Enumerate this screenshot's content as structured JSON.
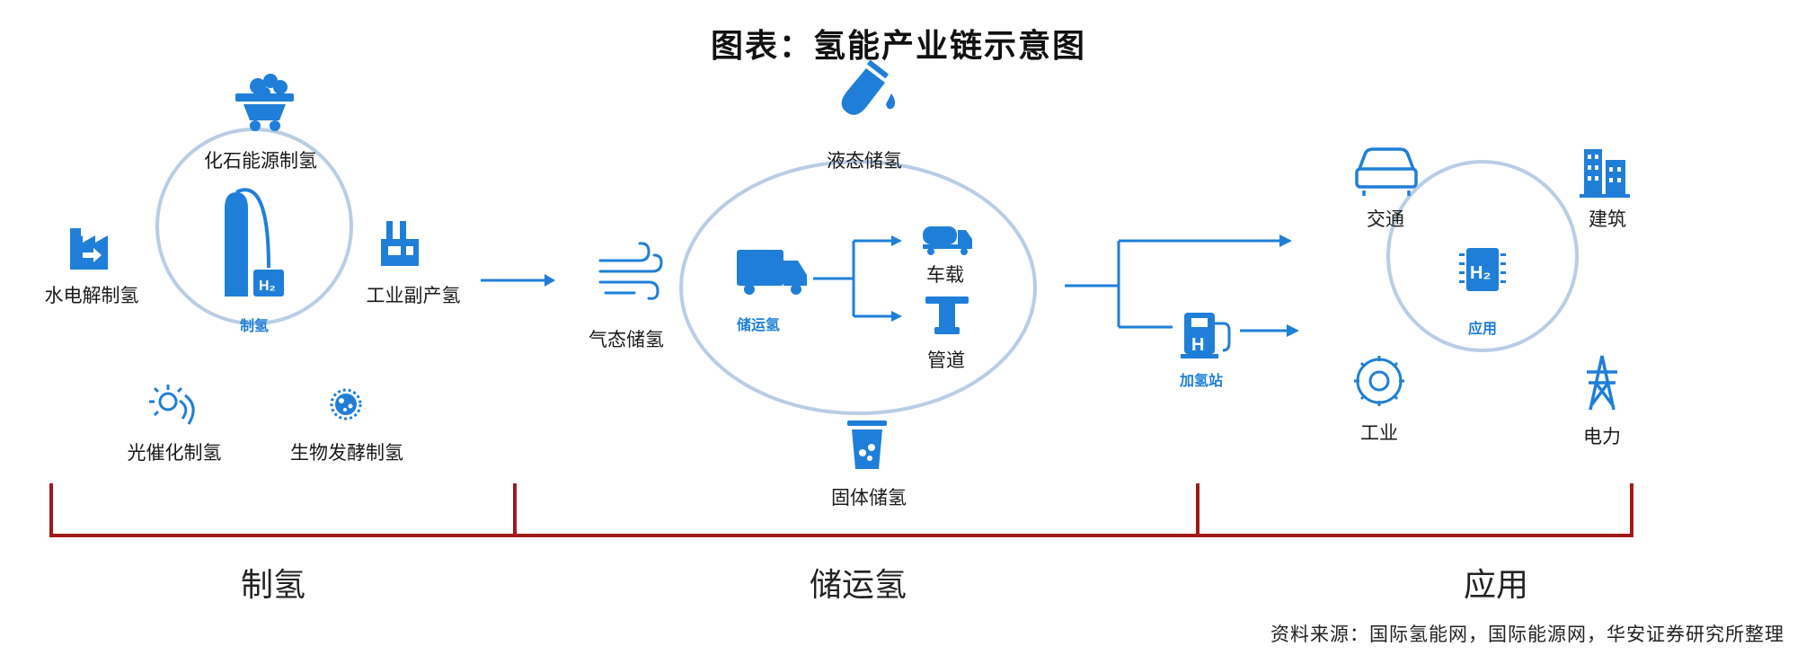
{
  "title": "图表：氢能产业链示意图",
  "production": {
    "center_label": "制氢",
    "methods": [
      "化石能源制氢",
      "水电解制氢",
      "工业副产氢",
      "光催化制氢",
      "生物发酵制氢"
    ]
  },
  "transport": {
    "gas": "气态储氢",
    "liquid": "液态储氢",
    "solid": "固体储氢",
    "center_label": "储运氢",
    "vehicle": "车载",
    "pipeline": "管道"
  },
  "station": {
    "label": "加氢站"
  },
  "application": {
    "center_label": "应用",
    "items": [
      "交通",
      "建筑",
      "工业",
      "电力"
    ]
  },
  "stages": [
    "制氢",
    "储运氢",
    "应用"
  ],
  "source": "资料来源：国际氢能网，国际能源网，华安证券研究所整理",
  "colors": {
    "accent": "#1f7fd8",
    "circle": "#b9cde6",
    "bracket": "#a01a1a"
  }
}
